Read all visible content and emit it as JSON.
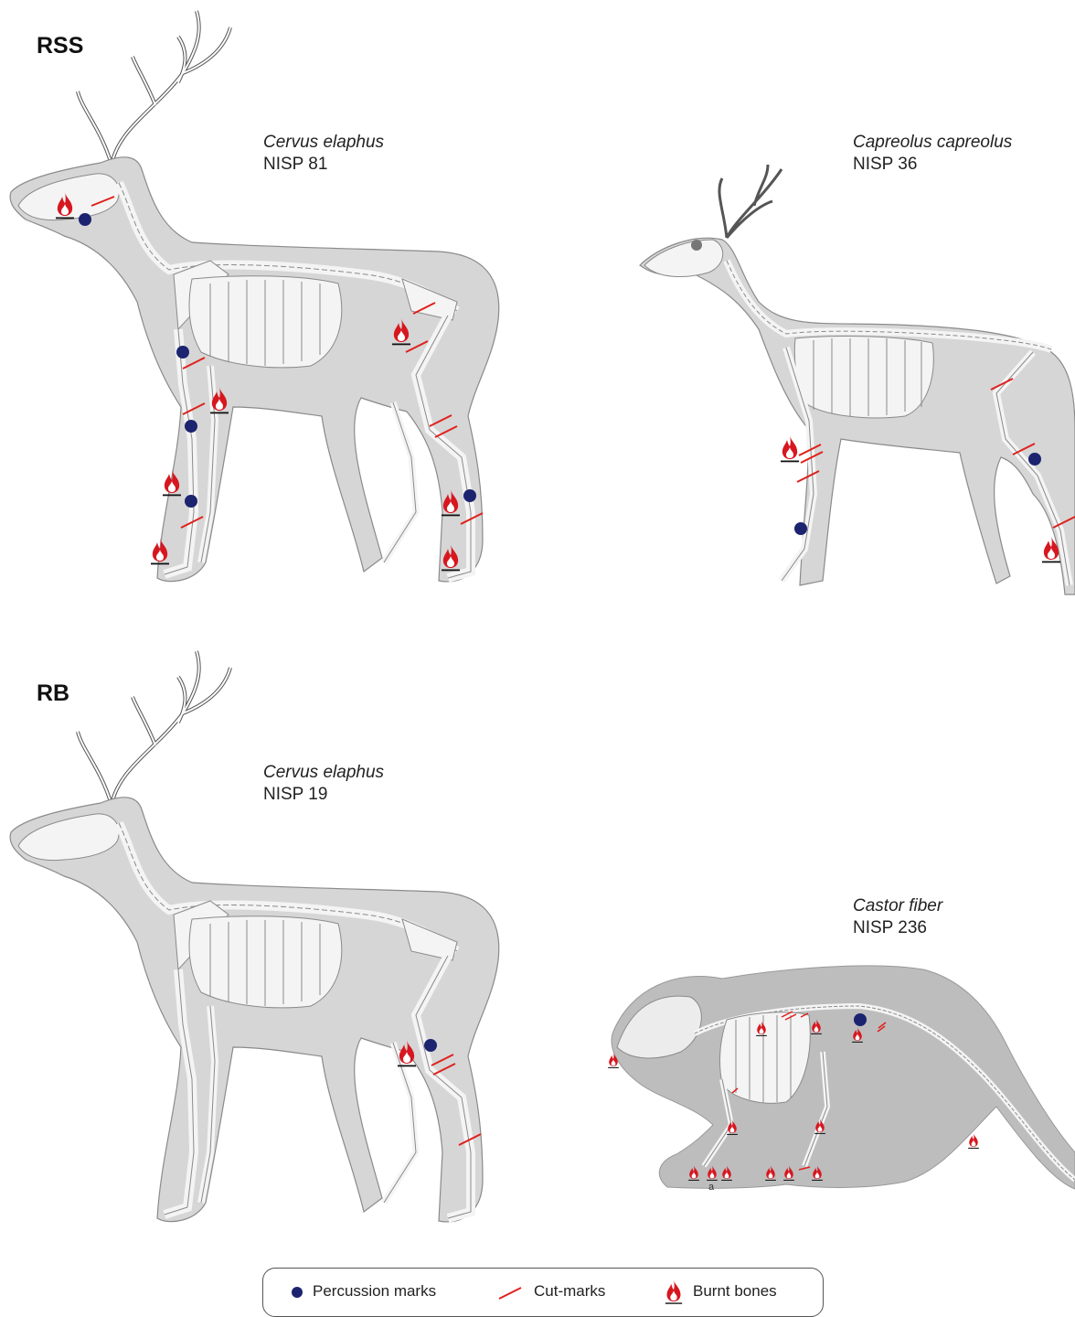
{
  "panels": [
    {
      "label": "RSS"
    },
    {
      "label": "RB"
    }
  ],
  "species": [
    {
      "name": "Cervus elaphus",
      "nisp": "NISP 81",
      "panel": "RSS"
    },
    {
      "name": "Capreolus capreolus",
      "nisp": "NISP 36",
      "panel": "RSS"
    },
    {
      "name": "Cervus elaphus",
      "nisp": "NISP 19",
      "panel": "RB"
    },
    {
      "name": "Castor fiber",
      "nisp": "NISP 236",
      "panel": "RB"
    }
  ],
  "annotations": {
    "castor_small_label": "a"
  },
  "legend": {
    "items": [
      {
        "label": "Percussion marks",
        "icon": "dot-icon",
        "color": "#1c2470"
      },
      {
        "label": "Cut-marks",
        "icon": "cut-line-icon",
        "color": "#e0201c"
      },
      {
        "label": "Burnt bones",
        "icon": "flame-icon",
        "color": "#d7171f"
      }
    ]
  },
  "colors": {
    "silhouette": "#d6d6d6",
    "castor_silhouette": "#bdbdbd",
    "bone": "#f4f4f4",
    "bone_outline": "#8a8a8a",
    "percussion": "#1c2470",
    "cut": "#e0201c",
    "burn": "#d7171f"
  }
}
